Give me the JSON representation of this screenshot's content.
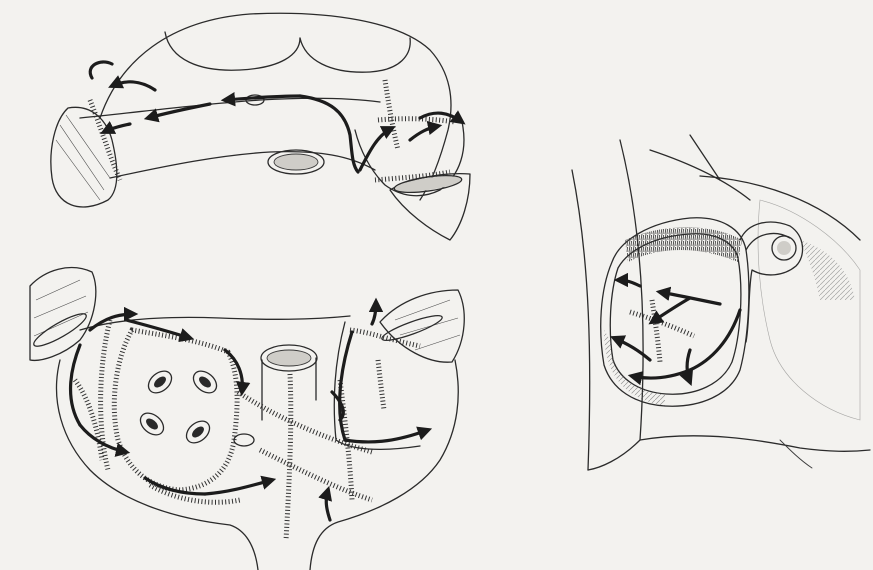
{
  "figure": {
    "panels": [
      {
        "id": "top-left"
      },
      {
        "id": "bottom-left"
      },
      {
        "id": "right"
      }
    ],
    "colors": {
      "paper": "#f3f2ef",
      "ink": "#2b2b2b",
      "arrow": "#1c1c1c"
    }
  }
}
